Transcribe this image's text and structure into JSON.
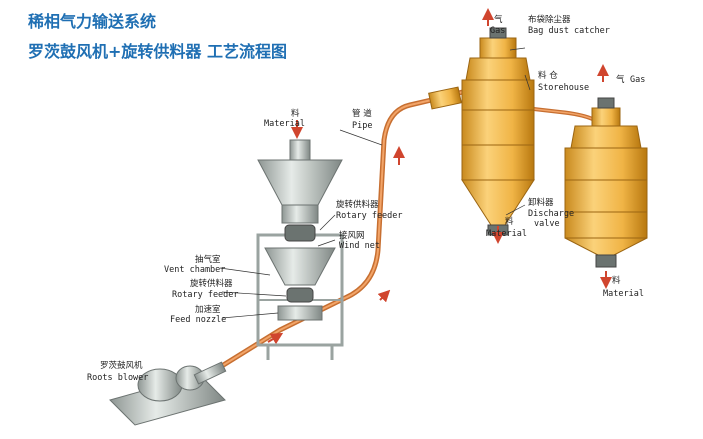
{
  "title": {
    "line1": "稀相气力输送系统",
    "line2": "罗茨鼓风机+旋转供料器 工艺流程图"
  },
  "labels": {
    "material_top_zh": "料",
    "material_top_en": "Material",
    "gas_top_zh": "气",
    "gas_top_en": "Gas",
    "bag_zh": "布袋除尘器",
    "bag_en": "Bag dust catcher",
    "store_zh": "料  仓",
    "store_en": "Storehouse",
    "gas_right_zh": "气",
    "gas_right_en": "Gas",
    "pipe_zh": "管 道",
    "pipe_en": "Pipe",
    "rotary1_zh": "旋转供料器",
    "rotary1_en": "Rotary feeder",
    "wind_zh": "接风网",
    "wind_en": "Wind net",
    "vent_zh": "抽气室",
    "vent_en": "Vent chamber",
    "rotary2_zh": "旋转供料器",
    "rotary2_en": "Rotary feeder",
    "nozzle_zh": "加速室",
    "nozzle_en": "Feed nozzle",
    "blower_zh": "罗茨鼓风机",
    "blower_en": "Roots blower",
    "discharge_zh": "卸料器",
    "discharge_en1": "Discharge",
    "discharge_en2": "valve",
    "mat_out1_zh": "料",
    "mat_out1_en": "Material",
    "mat_out2_zh": "料",
    "mat_out2_en": "Material"
  },
  "colors": {
    "title": "#1f6fb3",
    "pipe": "#e08a4a",
    "silo": "#f0b446",
    "frame": "#9aa3a0",
    "arrow": "#d0452e"
  }
}
